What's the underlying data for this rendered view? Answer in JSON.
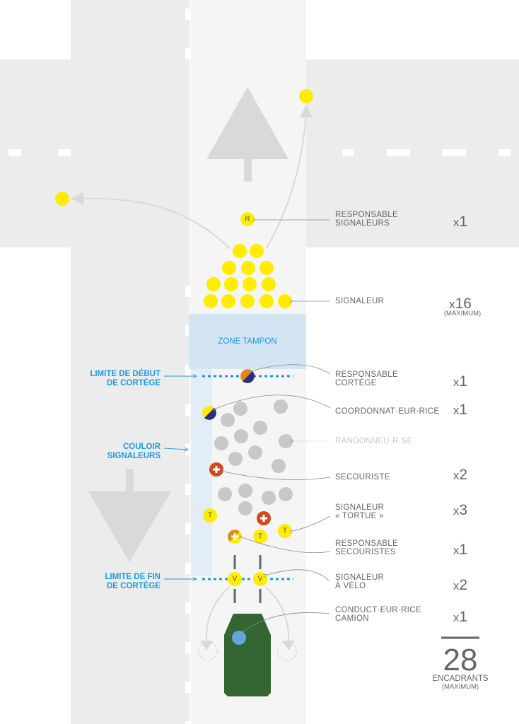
{
  "diagram": {
    "zone_tampon": "ZONE TAMPON",
    "left_labels": {
      "limite_debut": [
        "LIMITE DE DÉBUT",
        "DE CORTÈGE"
      ],
      "couloir": [
        "COULOIR",
        "SIGNALEURS"
      ],
      "limite_fin": [
        "LIMITE DE FIN",
        "DE CORTÈGE"
      ]
    },
    "roles": [
      {
        "label": [
          "RESPONSABLE",
          "SIGNALEURS"
        ],
        "count": "1",
        "glyph": "R"
      },
      {
        "label": [
          "SIGNALEUR"
        ],
        "count": "16",
        "note": "(MAXIMUM)"
      },
      {
        "label": [
          "RESPONSABLE",
          "CORTÈGE"
        ],
        "count": "1"
      },
      {
        "label": [
          "COORDONNAT·EUR·RICE"
        ],
        "count": "1"
      },
      {
        "label": [
          "RANDONNEU·R·SE"
        ]
      },
      {
        "label": [
          "SECOURISTE"
        ],
        "count": "2"
      },
      {
        "label": [
          "SIGNALEUR",
          "« TORTUE »"
        ],
        "count": "3",
        "glyph": "T"
      },
      {
        "label": [
          "RESPONSABLE",
          "SECOURISTES"
        ],
        "count": "1"
      },
      {
        "label": [
          "SIGNALEUR",
          "À VÉLO"
        ],
        "count": "2",
        "glyph": "V"
      },
      {
        "label": [
          "CONDUCT·EUR·RICE",
          "CAMION"
        ],
        "count": "1"
      }
    ],
    "count_prefix": "x",
    "total": {
      "value": "28",
      "label": "ENCADRANTS",
      "note": "(MAXIMUM)"
    }
  },
  "colors": {
    "signaleur": "#ffec00",
    "secouriste": "#d2491f",
    "responsable_orange": "#e08a1e",
    "coordo_navy": "#2d2f7c",
    "randonneur": "#c8c8c8",
    "camion": "#346634",
    "conducteur": "#62a6de",
    "zone_tampon": "#d3e5f3",
    "accent_blue": "#1a9be0"
  }
}
